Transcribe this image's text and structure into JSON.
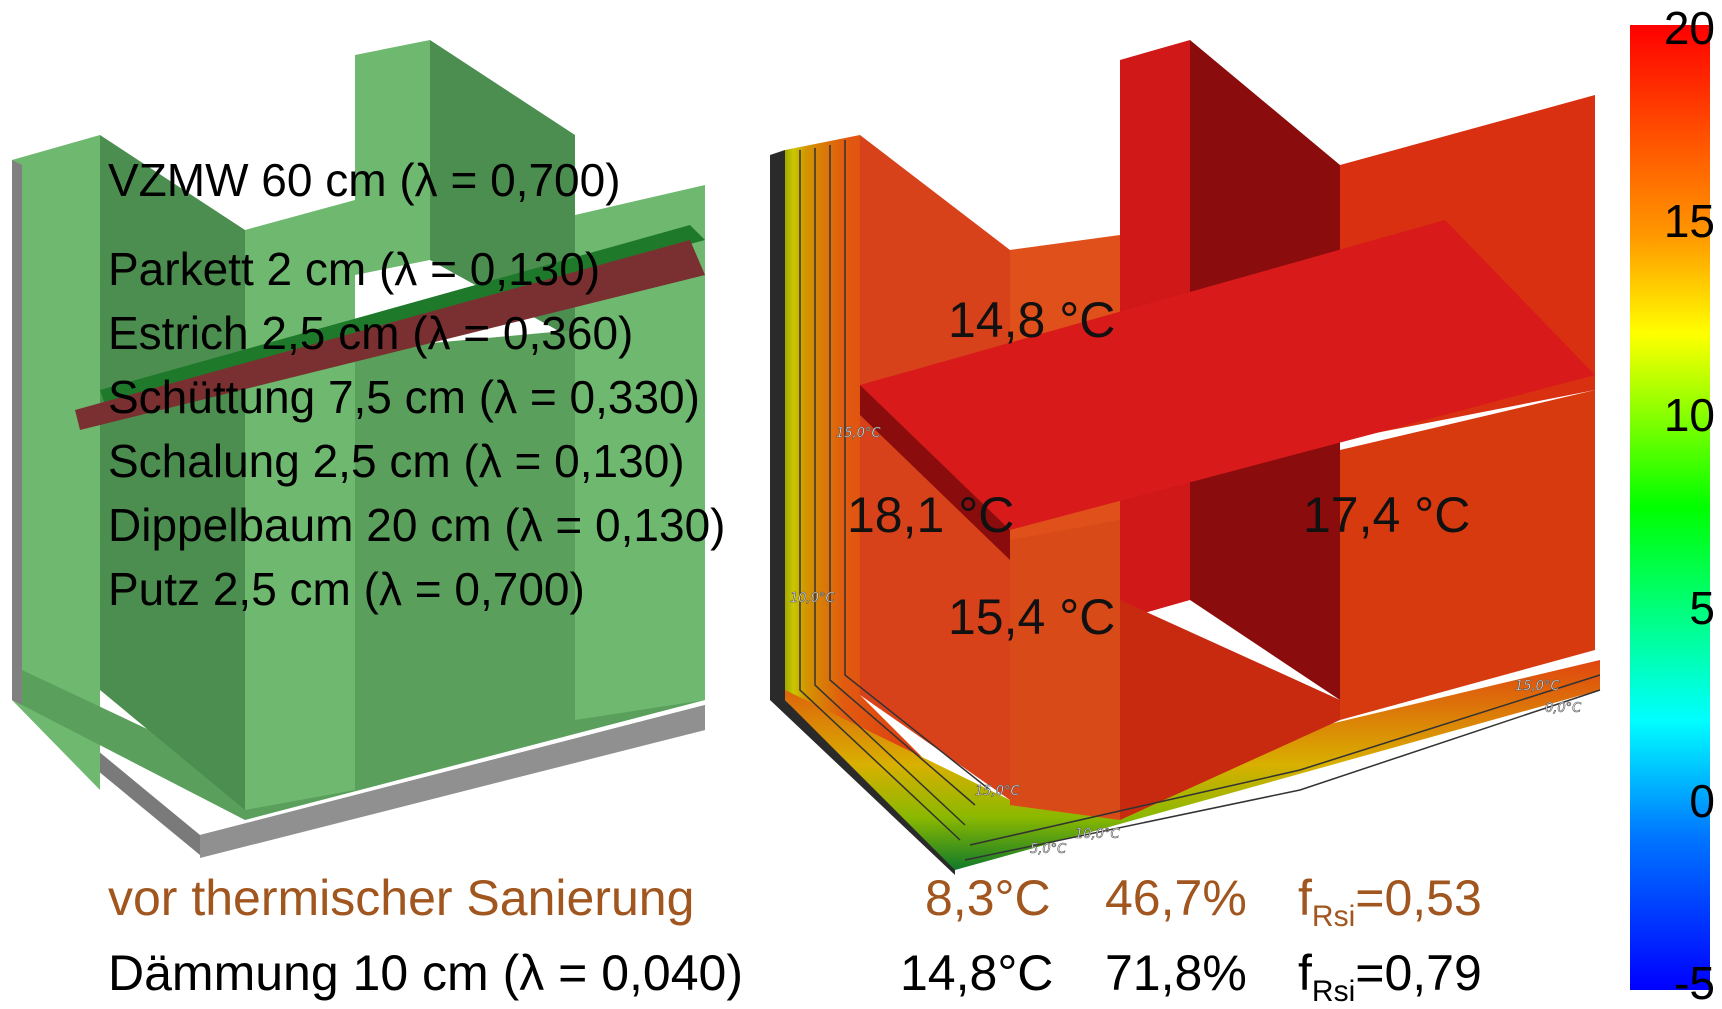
{
  "layers": [
    "VZMW 60 cm (λ = 0,700)",
    "Parkett 2 cm (λ = 0,130)",
    "Estrich 2,5 cm (λ = 0,360)",
    "Schüttung 7,5 cm (λ = 0,330)",
    "Schalung 2,5 cm (λ = 0,130)",
    "Dippelbaum 20 cm (λ = 0,130)",
    "Putz 2,5 cm (λ = 0,700)"
  ],
  "surface_temps": [
    "14,8 °C",
    "18,1 °C",
    "15,4 °C",
    "17,4 °C"
  ],
  "isotherm_labels": [
    "15,0°C",
    "10,0°C",
    "15,0°C",
    "10,0°C",
    "5,0°C",
    "15,0°C",
    "0,0°C"
  ],
  "colorbar": {
    "ticks": [
      "20",
      "15",
      "10",
      "5",
      "0",
      "-5"
    ],
    "colors": [
      "#ff0000",
      "#ffff00",
      "#00ff00",
      "#00ffff",
      "#0000ff"
    ]
  },
  "results": [
    {
      "label": "vor thermischer Sanierung",
      "temp": "8,3°C",
      "humidity": "46,7%",
      "f_prefix": "f",
      "f_sub": "Rsi",
      "f_value": "=0,53",
      "color": "#a0561e"
    },
    {
      "label": "Dämmung 10 cm (λ = 0,040)",
      "temp": "14,8°C",
      "humidity": "71,8%",
      "f_prefix": "f",
      "f_sub": "Rsi",
      "f_value": "=0,79",
      "color": "#000000"
    }
  ]
}
